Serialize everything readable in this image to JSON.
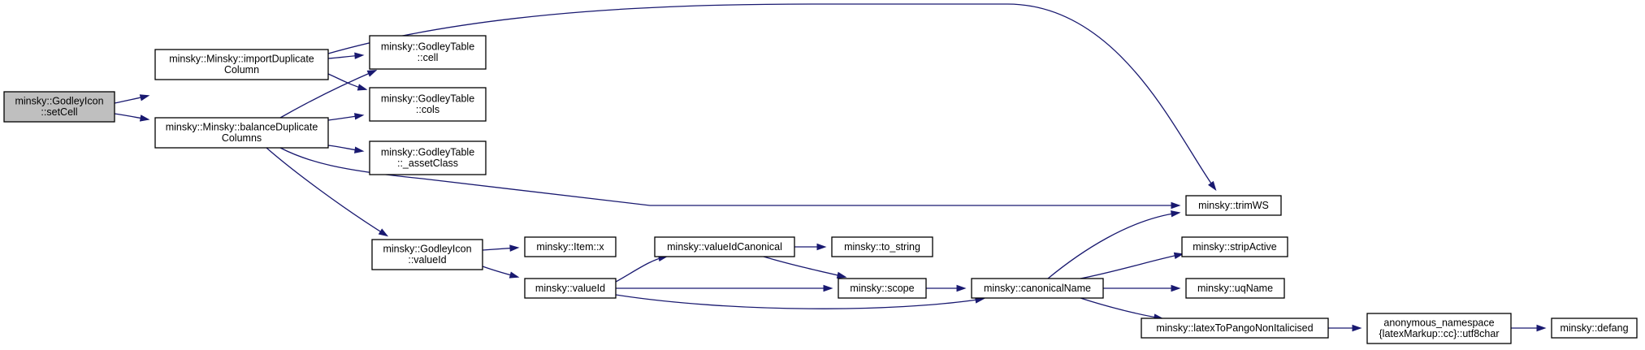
{
  "graph": {
    "root": "setCell",
    "edge_color": "#191970",
    "root_fill": "#bfbfbf",
    "nodes": [
      {
        "id": "setCell",
        "lines": [
          "minsky::GodleyIcon",
          "::setCell"
        ]
      },
      {
        "id": "importDuplicateColumn",
        "lines": [
          "minsky::Minsky::importDuplicate",
          "Column"
        ]
      },
      {
        "id": "balanceDuplicateColumns",
        "lines": [
          "minsky::Minsky::balanceDuplicate",
          "Columns"
        ]
      },
      {
        "id": "cell",
        "lines": [
          "minsky::GodleyTable",
          "::cell"
        ]
      },
      {
        "id": "cols",
        "lines": [
          "minsky::GodleyTable",
          "::cols"
        ]
      },
      {
        "id": "assetClass",
        "lines": [
          "minsky::GodleyTable",
          "::_assetClass"
        ]
      },
      {
        "id": "trimWS",
        "lines": [
          "minsky::trimWS"
        ]
      },
      {
        "id": "valueIdIcon",
        "lines": [
          "minsky::GodleyIcon",
          "::valueId"
        ]
      },
      {
        "id": "itemX",
        "lines": [
          "minsky::Item::x"
        ]
      },
      {
        "id": "valueId",
        "lines": [
          "minsky::valueId"
        ]
      },
      {
        "id": "valueIdCanonical",
        "lines": [
          "minsky::valueIdCanonical"
        ]
      },
      {
        "id": "toString",
        "lines": [
          "minsky::to_string"
        ]
      },
      {
        "id": "scope",
        "lines": [
          "minsky::scope"
        ]
      },
      {
        "id": "canonicalName",
        "lines": [
          "minsky::canonicalName"
        ]
      },
      {
        "id": "stripActive",
        "lines": [
          "minsky::stripActive"
        ]
      },
      {
        "id": "uqName",
        "lines": [
          "minsky::uqName"
        ]
      },
      {
        "id": "latexToPango",
        "lines": [
          "minsky::latexToPangoNonItalicised"
        ]
      },
      {
        "id": "utf8char",
        "lines": [
          "anonymous_namespace",
          "{latexMarkup::cc}::utf8char"
        ]
      },
      {
        "id": "defang",
        "lines": [
          "minsky::defang"
        ]
      }
    ],
    "edges": [
      {
        "from": "setCell",
        "to": "importDuplicateColumn"
      },
      {
        "from": "setCell",
        "to": "balanceDuplicateColumns"
      },
      {
        "from": "importDuplicateColumn",
        "to": "cell"
      },
      {
        "from": "importDuplicateColumn",
        "to": "cols"
      },
      {
        "from": "importDuplicateColumn",
        "to": "trimWS"
      },
      {
        "from": "balanceDuplicateColumns",
        "to": "cell"
      },
      {
        "from": "balanceDuplicateColumns",
        "to": "cols"
      },
      {
        "from": "balanceDuplicateColumns",
        "to": "assetClass"
      },
      {
        "from": "balanceDuplicateColumns",
        "to": "trimWS"
      },
      {
        "from": "balanceDuplicateColumns",
        "to": "valueIdIcon"
      },
      {
        "from": "valueIdIcon",
        "to": "itemX"
      },
      {
        "from": "valueIdIcon",
        "to": "valueId"
      },
      {
        "from": "valueId",
        "to": "valueIdCanonical"
      },
      {
        "from": "valueId",
        "to": "scope"
      },
      {
        "from": "valueId",
        "to": "canonicalName"
      },
      {
        "from": "valueIdCanonical",
        "to": "toString"
      },
      {
        "from": "valueIdCanonical",
        "to": "scope"
      },
      {
        "from": "scope",
        "to": "canonicalName"
      },
      {
        "from": "canonicalName",
        "to": "trimWS"
      },
      {
        "from": "canonicalName",
        "to": "stripActive"
      },
      {
        "from": "canonicalName",
        "to": "uqName"
      },
      {
        "from": "canonicalName",
        "to": "latexToPango"
      },
      {
        "from": "latexToPango",
        "to": "utf8char"
      },
      {
        "from": "utf8char",
        "to": "defang"
      }
    ]
  }
}
